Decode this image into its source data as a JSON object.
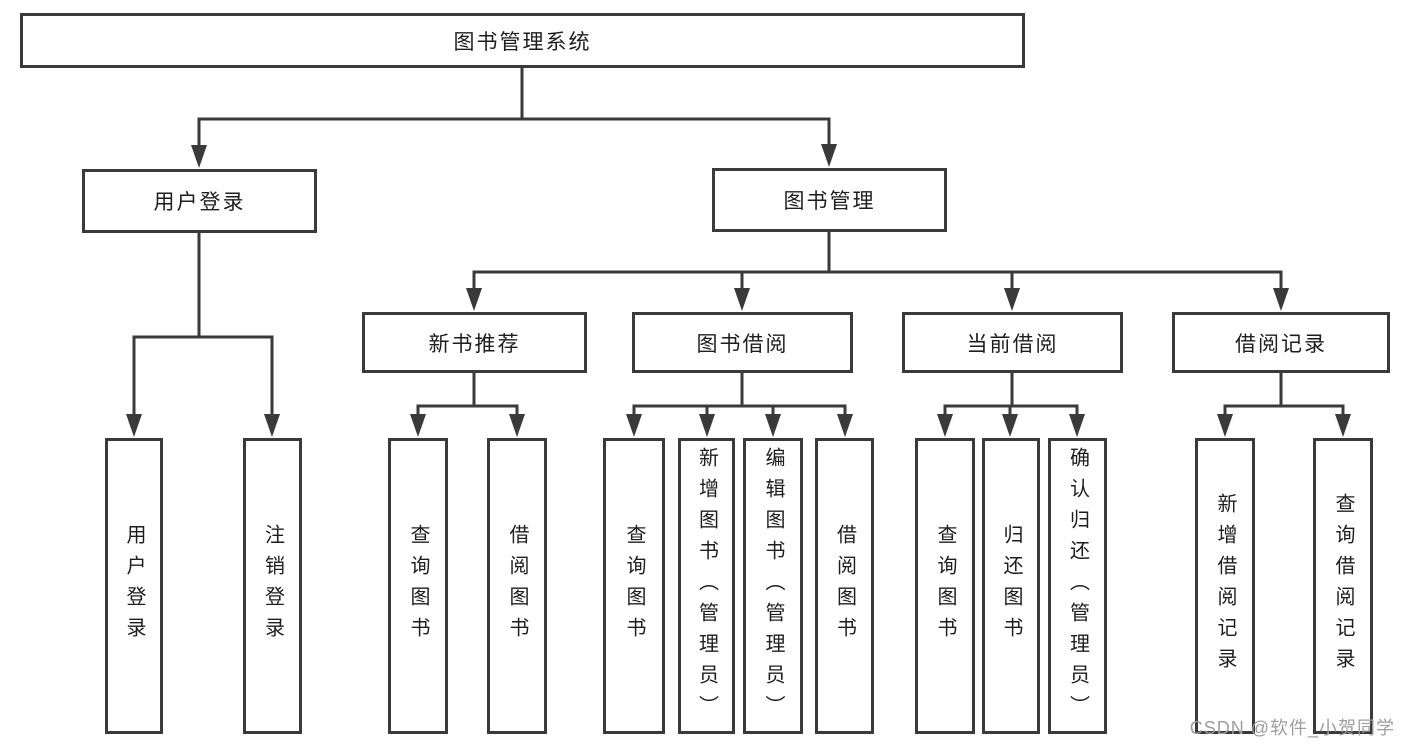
{
  "diagram": {
    "title": "图书管理系统",
    "level2": {
      "user_login": "用户登录",
      "book_mgmt": "图书管理"
    },
    "level3": {
      "new_books": "新书推荐",
      "book_borrow": "图书借阅",
      "current_borrow": "当前借阅",
      "borrow_records": "借阅记录"
    },
    "leaves": {
      "user_login": [
        "用户登录",
        "注销登录"
      ],
      "new_books": [
        "查询图书",
        "借阅图书"
      ],
      "book_borrow": [
        "查询图书",
        "新增图书（管理员）",
        "编辑图书（管理员）",
        "借阅图书"
      ],
      "current_borrow": [
        "查询图书",
        "归还图书",
        "确认归还（管理员）"
      ],
      "borrow_records": [
        "新增借阅记录",
        "查询借阅记录"
      ]
    }
  },
  "watermark": {
    "text": "CSDN @软件_小贺同学"
  },
  "colors": {
    "line": "#3a3a3a",
    "text": "#1e1e1e",
    "background": "#ffffff",
    "watermark": "#9e9e9e"
  }
}
